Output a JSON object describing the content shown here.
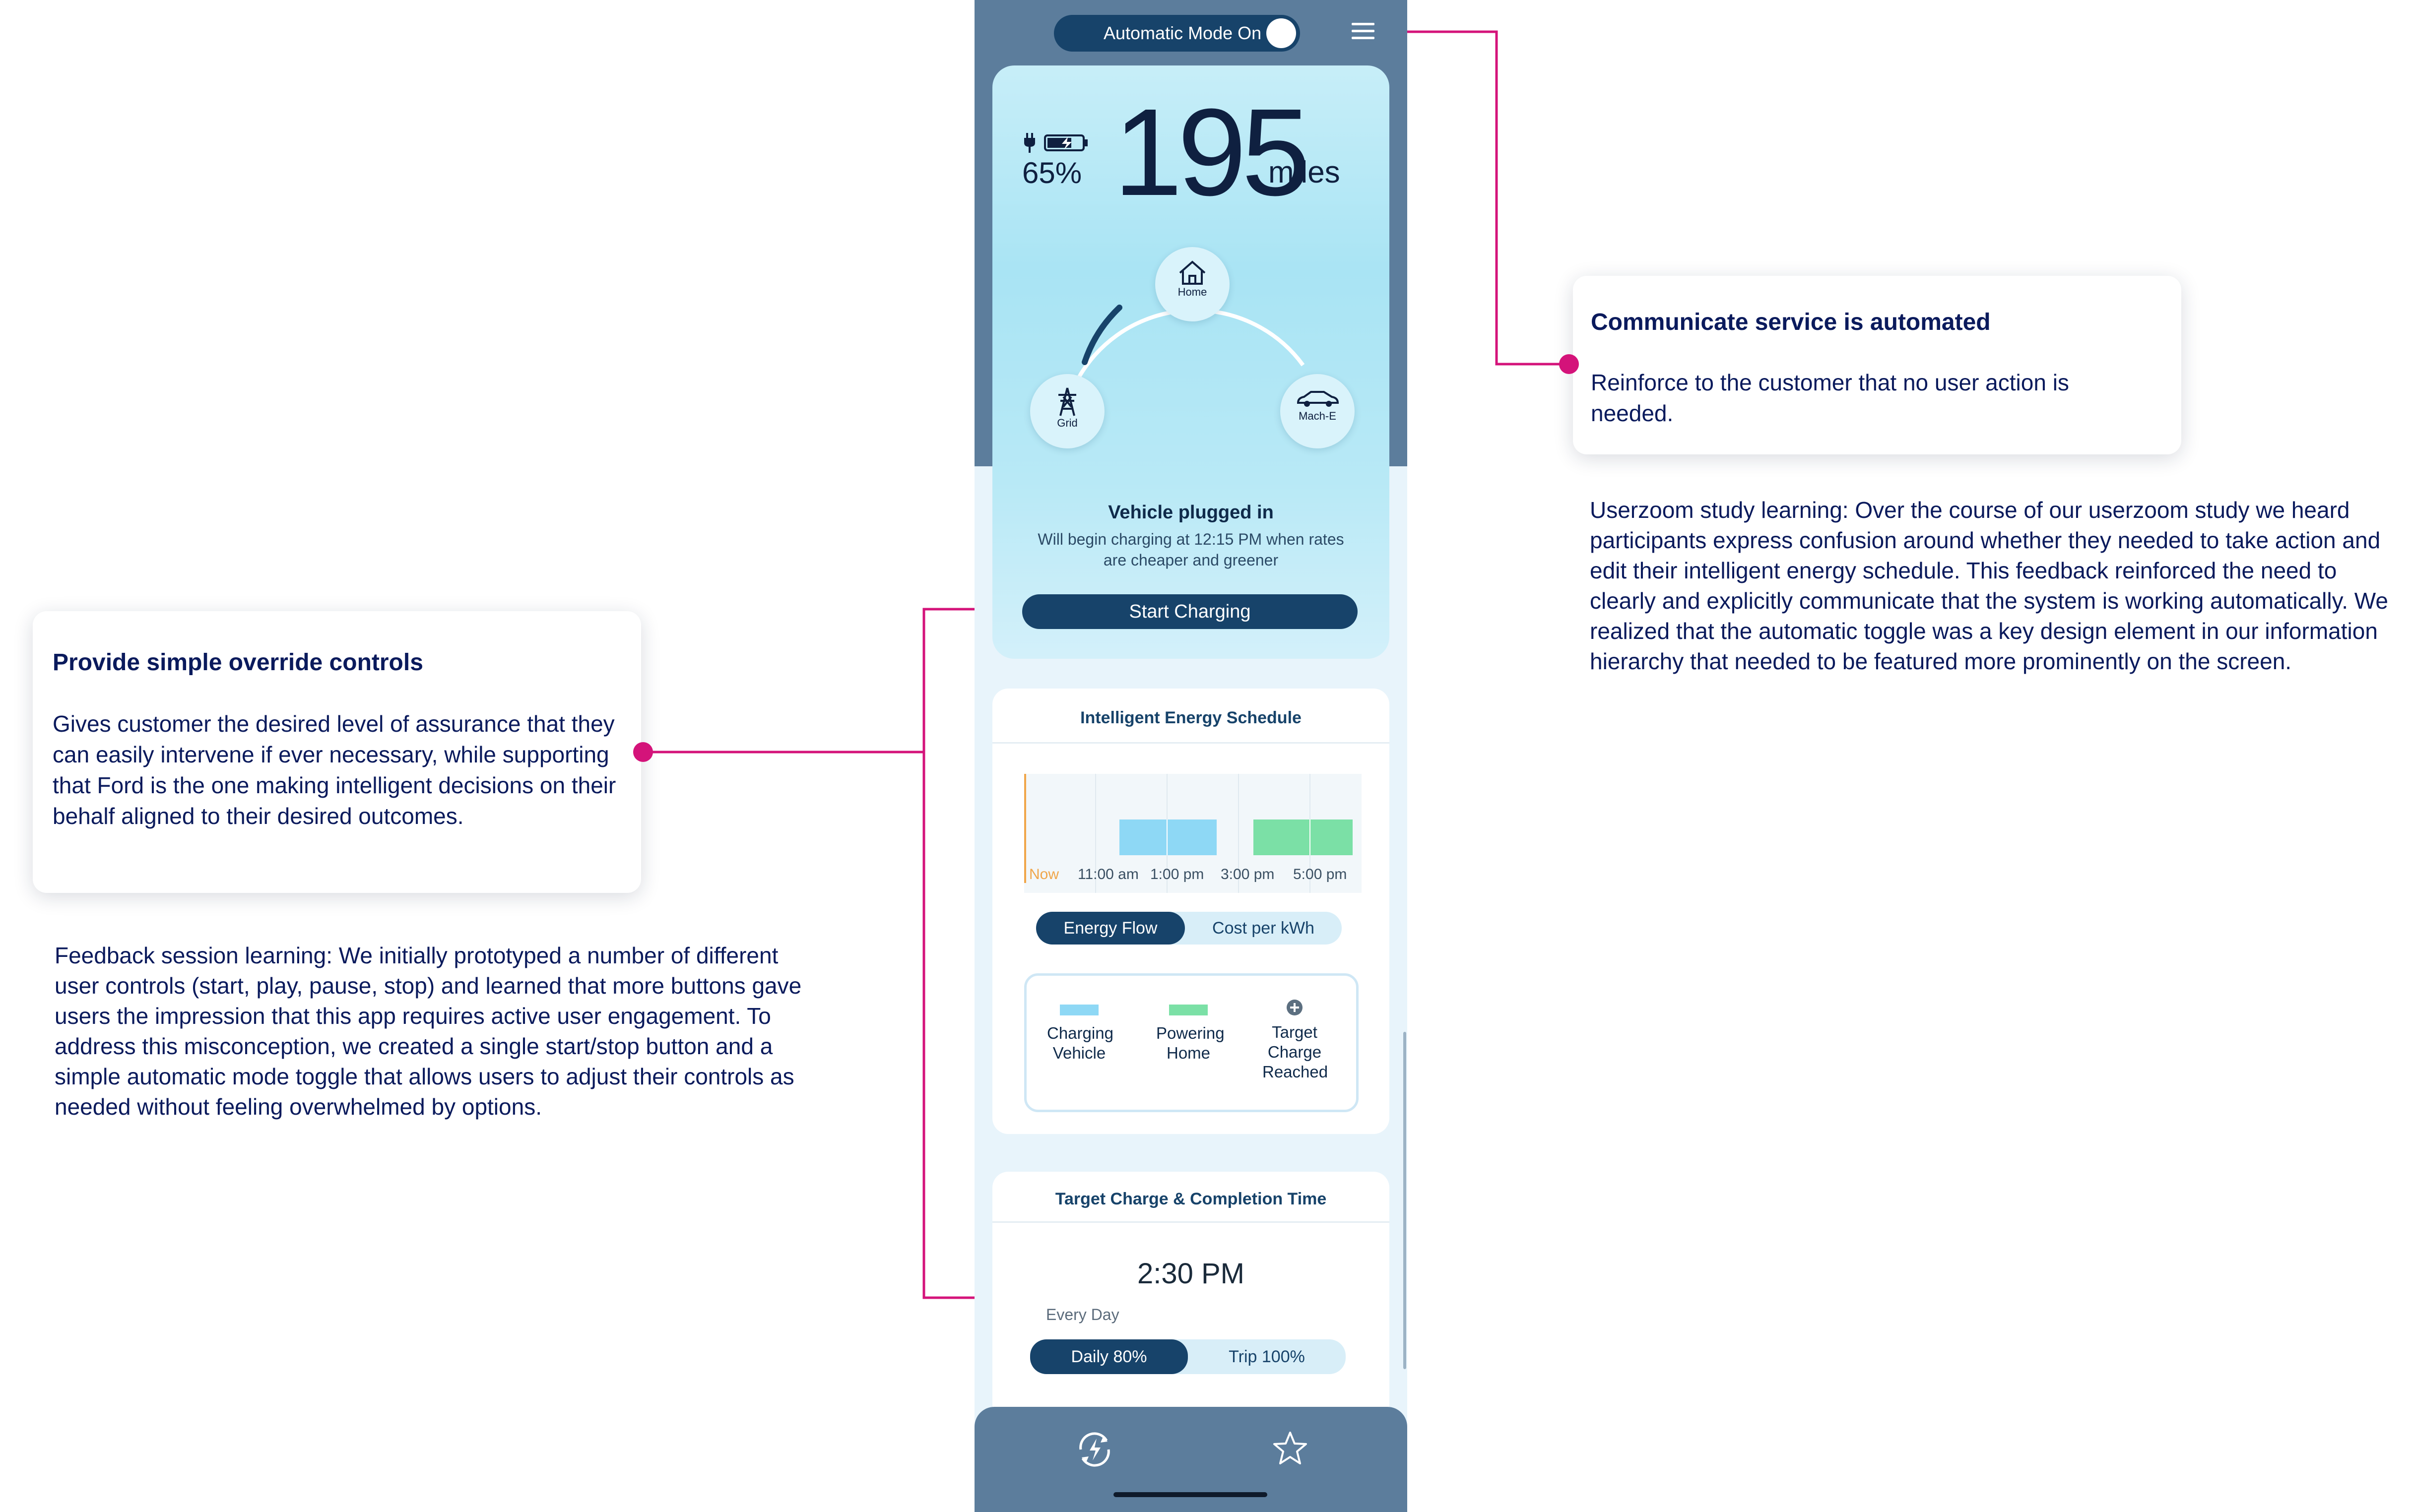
{
  "annotations": {
    "automated": {
      "title": "Communicate service is automated",
      "body": "Reinforce to the customer that no user action is needed."
    },
    "override": {
      "title": "Provide simple override controls",
      "body": "Gives customer the desired level of assurance that they can easily intervene if ever necessary, while supporting that Ford is the one making intelligent decisions on their behalf aligned to their desired outcomes."
    },
    "userzoom_note": "Userzoom study learning: Over the course of our userzoom study we heard participants express confusion around whether they needed to take action and edit their intelligent energy schedule. This feedback reinforced the need to clearly and explicitly communicate that the system is working automatically. We realized that the automatic toggle was a key design element in our information hierarchy that needed to be featured more prominently on the screen.",
    "feedback_note": "Feedback session learning: We initially prototyped a number of different user controls (start, play, pause, stop) and learned that more buttons gave users the impression that this app requires active user engagement. To address this misconception, we created a single start/stop button and a simple automatic mode toggle that allows users to adjust their controls as needed without feeling overwhelmed by options.",
    "accent_color": "#d4137a"
  },
  "app": {
    "mode_toggle": {
      "label": "Automatic Mode On",
      "on": true
    },
    "battery": {
      "percent": "65%",
      "range": "195",
      "unit": "miles"
    },
    "nodes": {
      "home": "Home",
      "grid": "Grid",
      "vehicle": "Mach-E"
    },
    "status": {
      "title": "Vehicle plugged in",
      "subtitle": "Will begin charging at 12:15 PM when rates are cheaper and greener"
    },
    "start_button": "Start Charging",
    "schedule": {
      "title": "Intelligent Energy Schedule",
      "now_label": "Now",
      "time_labels": [
        "11:00 am",
        "1:00 pm",
        "3:00 pm",
        "5:00 pm"
      ],
      "segments": {
        "active": "Energy Flow",
        "inactive": "Cost per kWh"
      },
      "legend": [
        {
          "label": "Charging Vehicle",
          "color": "#8ed8f5"
        },
        {
          "label": "Powering Home",
          "color": "#7be0a6"
        },
        {
          "label": "Target Charge Reached",
          "color": "#5c6f80"
        }
      ]
    },
    "target": {
      "title": "Target Charge & Completion Time",
      "time": "2:30 PM",
      "repeat": "Every Day",
      "segments": {
        "active": "Daily 80%",
        "inactive": "Trip 100%"
      }
    },
    "tabs": [
      "charge-tab",
      "favorites-tab"
    ],
    "colors": {
      "primary": "#17436a",
      "header_bg": "#5c7d9c",
      "chart_blue": "#8ed8f5",
      "chart_green": "#7be0a6",
      "now_line": "#f0a64a"
    }
  }
}
